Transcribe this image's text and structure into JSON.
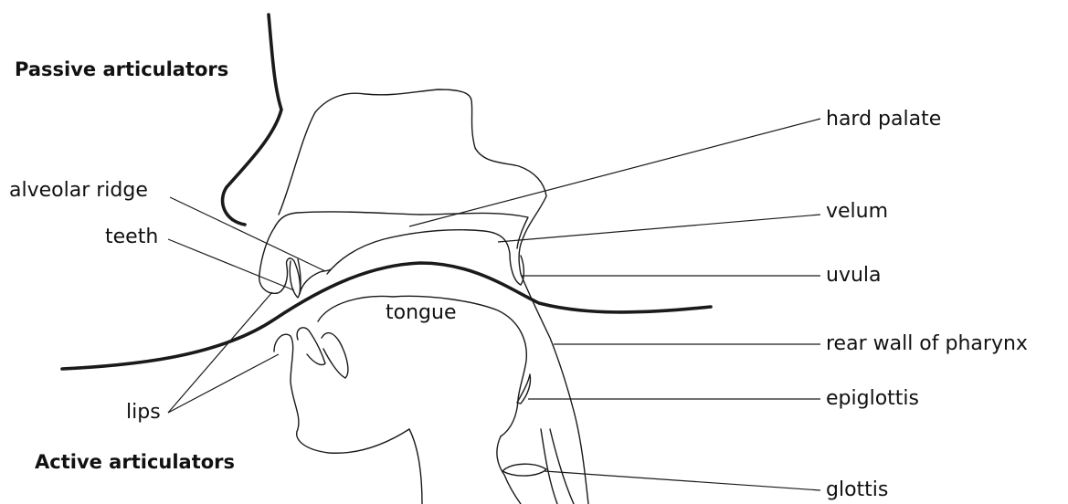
{
  "headings": {
    "passive": "Passive articulators",
    "active": "Active articulators"
  },
  "labels": {
    "hard_palate": "hard palate",
    "velum": "velum",
    "uvula": "uvula",
    "rear_wall": "rear wall of pharynx",
    "epiglottis": "epiglottis",
    "glottis": "glottis",
    "alveolar_ridge": "alveolar ridge",
    "teeth": "teeth",
    "lips": "lips",
    "tongue": "tongue"
  }
}
